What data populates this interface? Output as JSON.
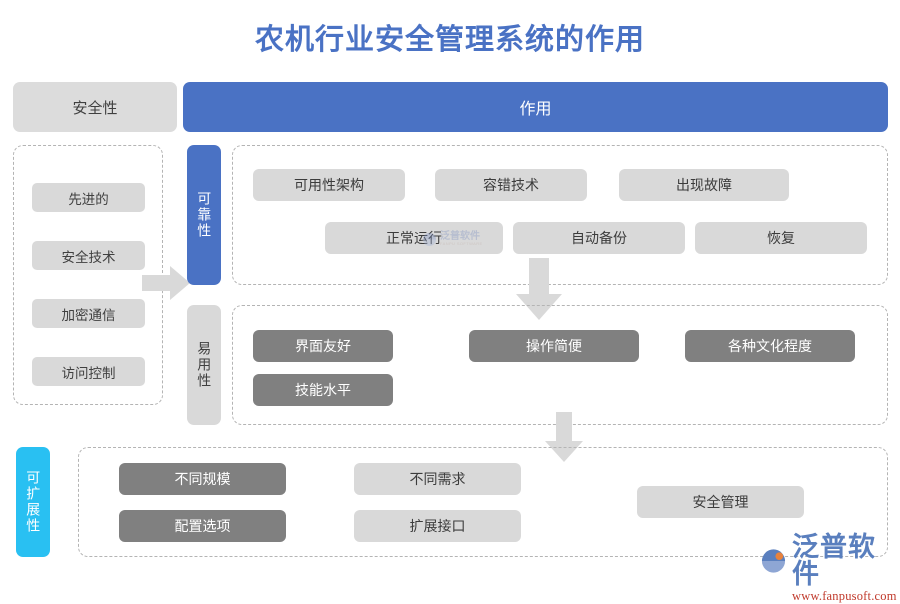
{
  "title": "农机行业安全管理系统的作用",
  "colors": {
    "brand_blue": "#4A72C4",
    "cyan": "#29C0F2",
    "light_gray": "#D9D9D9",
    "dark_gray": "#808080",
    "title_blue": "#4A72C4",
    "logo_red": "#C0392B"
  },
  "header": {
    "left_label": "安全性",
    "right_label": "作用"
  },
  "left_panel": {
    "items": [
      {
        "label": "先进的"
      },
      {
        "label": "安全技术"
      },
      {
        "label": "加密通信"
      },
      {
        "label": "访问控制"
      }
    ]
  },
  "categories": [
    {
      "id": "reliability",
      "label": "可靠性",
      "style": "blue"
    },
    {
      "id": "usability",
      "label": "易用性",
      "style": "gray"
    },
    {
      "id": "scalability",
      "label": "可扩展性",
      "style": "cyan"
    }
  ],
  "sections": [
    {
      "id": "reliability-section",
      "items": [
        {
          "label": "可用性架构",
          "style": "light"
        },
        {
          "label": "容错技术",
          "style": "light"
        },
        {
          "label": "出现故障",
          "style": "light"
        },
        {
          "label": "正常运行",
          "style": "light"
        },
        {
          "label": "自动备份",
          "style": "light"
        },
        {
          "label": "恢复",
          "style": "light"
        }
      ]
    },
    {
      "id": "usability-section",
      "items": [
        {
          "label": "界面友好",
          "style": "dark"
        },
        {
          "label": "操作简便",
          "style": "dark"
        },
        {
          "label": "各种文化程度",
          "style": "dark"
        },
        {
          "label": "技能水平",
          "style": "dark"
        }
      ]
    },
    {
      "id": "scalability-section",
      "items": [
        {
          "label": "不同规模",
          "style": "dark"
        },
        {
          "label": "不同需求",
          "style": "light"
        },
        {
          "label": "安全管理",
          "style": "light"
        },
        {
          "label": "配置选项",
          "style": "dark"
        },
        {
          "label": "扩展接口",
          "style": "light"
        }
      ]
    }
  ],
  "watermark": {
    "cn": "泛普软件",
    "en": "FANPU SOFTWARE"
  },
  "logo": {
    "name": "泛普软件",
    "url": "www.fanpusoft.com"
  }
}
